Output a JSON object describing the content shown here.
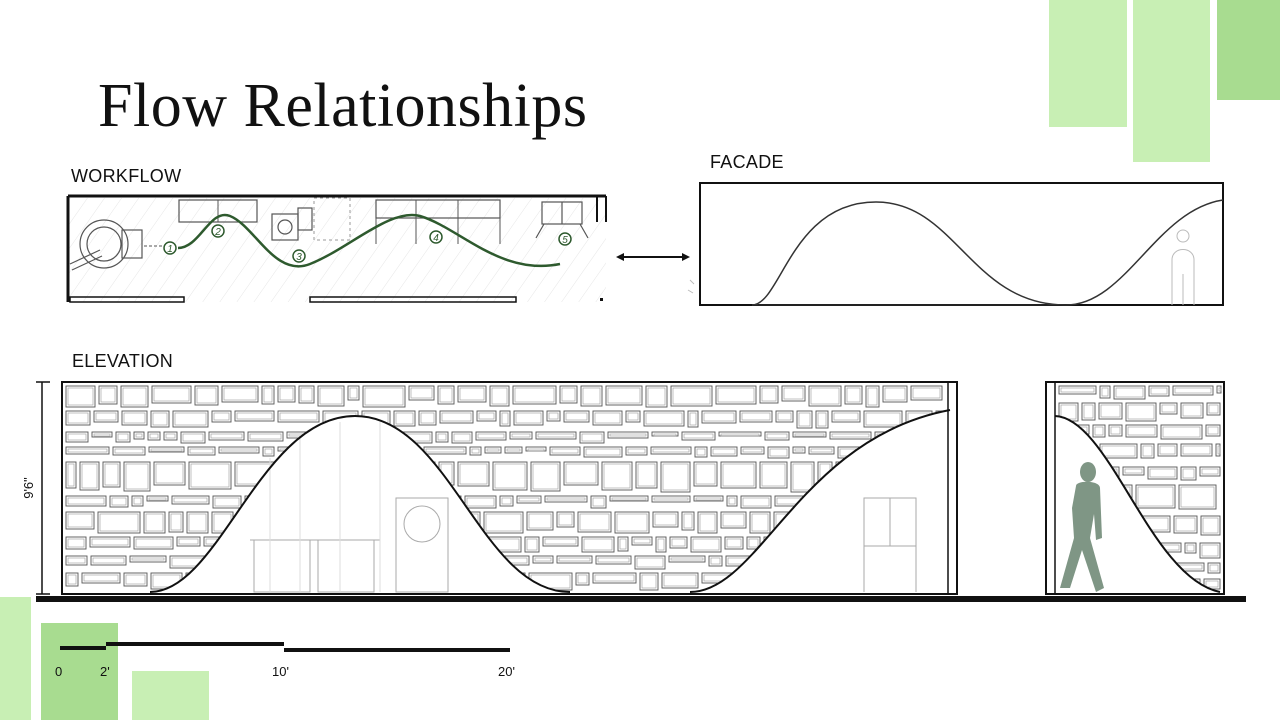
{
  "page": {
    "title": "Flow Relationships"
  },
  "sections": {
    "workflow": "WORKFLOW",
    "facade": "FACADE",
    "elevation": "ELEVATION"
  },
  "workflow_steps": [
    "1",
    "2",
    "3",
    "4",
    "5"
  ],
  "elevation": {
    "height_label": "9'6\""
  },
  "scale_bar": {
    "ticks": [
      "0",
      "2'",
      "10'",
      "20'"
    ]
  },
  "colors": {
    "accent_light": "#c8efb4",
    "accent_mid": "#a8dc90",
    "flow_line": "#2e5a2e",
    "figure": "#7f9685",
    "ink": "#111111"
  },
  "icons": {
    "connector": "double-arrow-icon"
  }
}
